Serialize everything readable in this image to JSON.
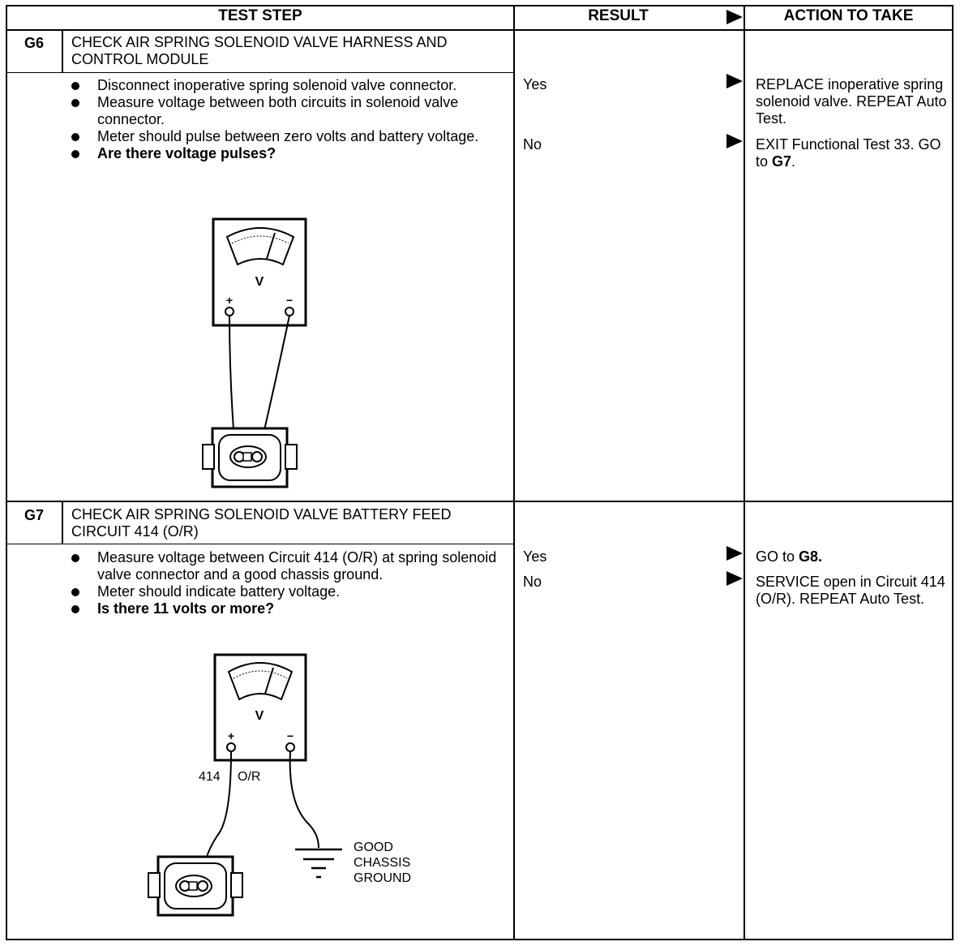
{
  "header": {
    "test_step": "TEST STEP",
    "result": "RESULT",
    "action": "ACTION TO TAKE"
  },
  "steps": [
    {
      "id": "G6",
      "title": "CHECK AIR SPRING SOLENOID VALVE HARNESS AND CONTROL MODULE",
      "bullets": [
        "Disconnect inoperative spring solenoid valve connector.",
        "Measure voltage between both circuits in solenoid valve connector.",
        "Meter should pulse between zero volts and battery voltage."
      ],
      "question": "Are there voltage pulses?",
      "meter_label": "V",
      "results": [
        {
          "label": "Yes",
          "action_pre": "REPLACE inoperative spring solenoid valve. REPEAT Auto Test.",
          "action_bold": "",
          "action_post": ""
        },
        {
          "label": "No",
          "action_pre": "EXIT Functional Test 33. GO to ",
          "action_bold": "G7",
          "action_post": "."
        }
      ]
    },
    {
      "id": "G7",
      "title": "CHECK AIR SPRING SOLENOID VALVE BATTERY FEED CIRCUIT 414 (O/R)",
      "bullets": [
        "Measure voltage between Circuit 414 (O/R) at spring solenoid valve connector and a good chassis ground.",
        "Meter should indicate battery voltage."
      ],
      "question": "Is there 11 volts or more?",
      "meter_label": "V",
      "wire_label_num": "414",
      "wire_label_color": "O/R",
      "ground_label": [
        "GOOD",
        "CHASSIS",
        "GROUND"
      ],
      "results": [
        {
          "label": "Yes",
          "action_pre": "GO to ",
          "action_bold": "G8.",
          "action_post": ""
        },
        {
          "label": "No",
          "action_pre": "SERVICE open in Circuit 414 (O/R). REPEAT Auto Test.",
          "action_bold": "",
          "action_post": ""
        }
      ]
    }
  ]
}
